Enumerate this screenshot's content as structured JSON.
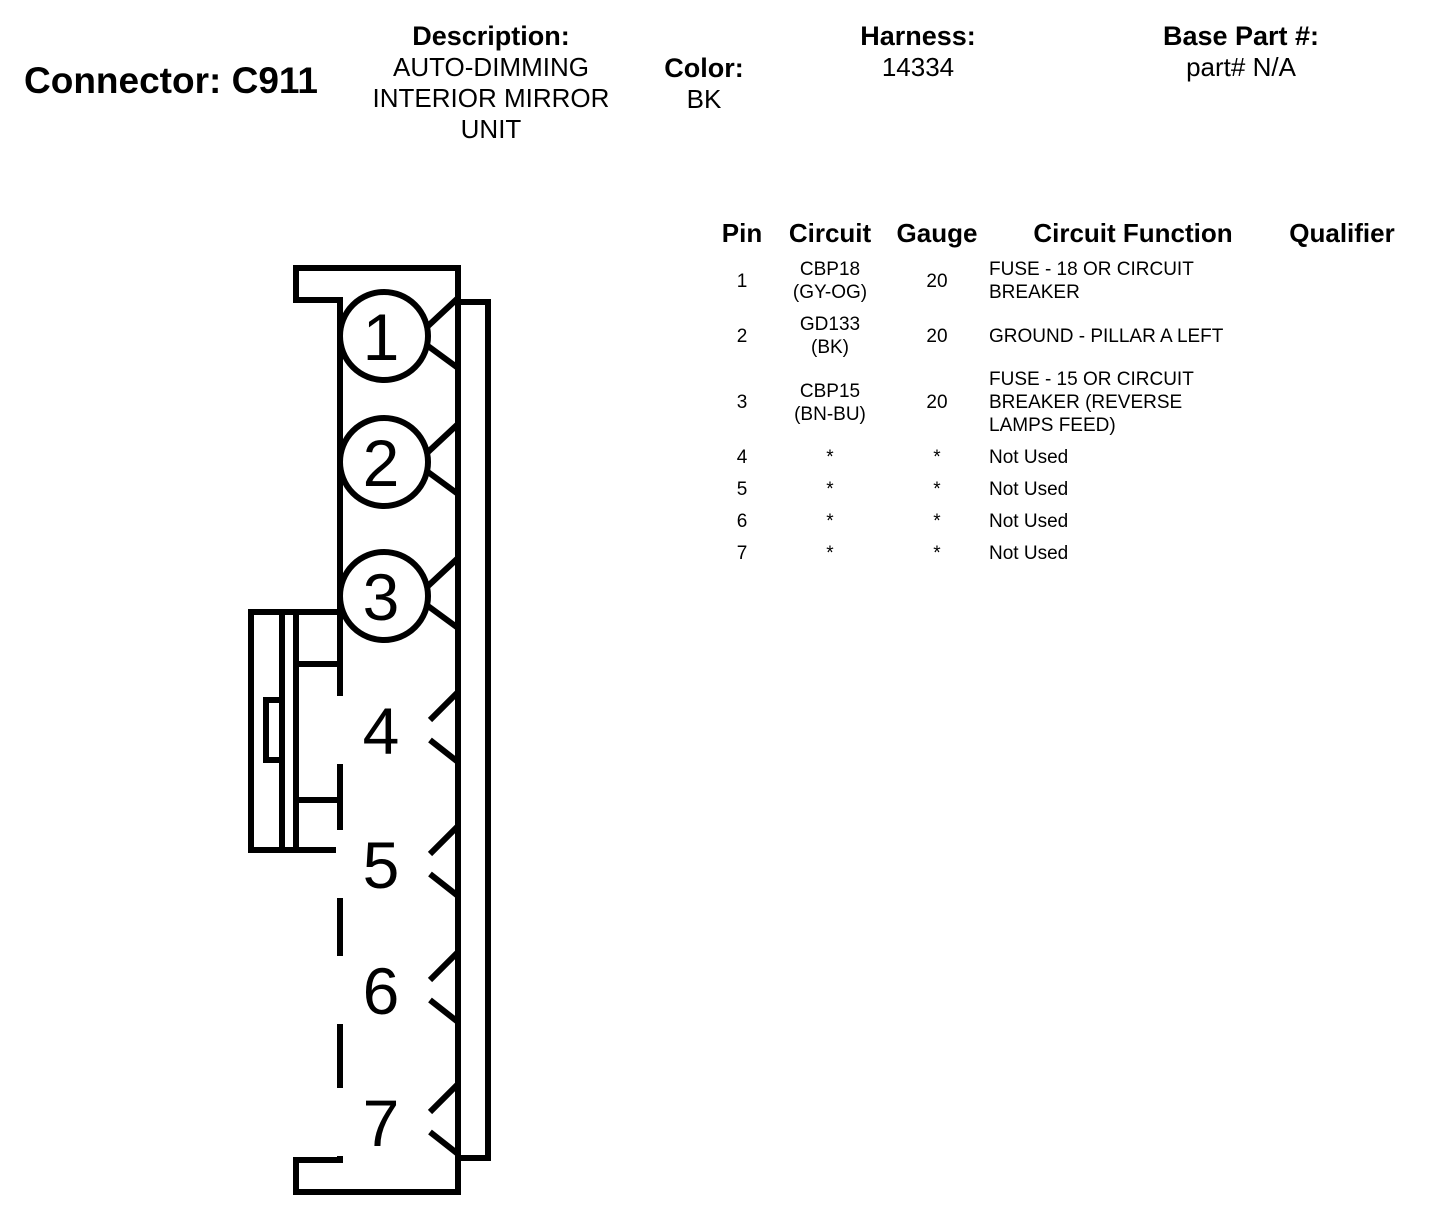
{
  "connector": {
    "label": "Connector: C911"
  },
  "description": {
    "label": "Description:",
    "lines": [
      "AUTO-DIMMING",
      "INTERIOR MIRROR",
      "UNIT"
    ]
  },
  "color": {
    "label": "Color:",
    "value": "BK"
  },
  "harness": {
    "label": "Harness:",
    "value": "14334"
  },
  "base_part": {
    "label": "Base Part #:",
    "value": "part# N/A"
  },
  "table": {
    "headers": {
      "pin": "Pin",
      "circuit": "Circuit",
      "gauge": "Gauge",
      "function": "Circuit Function",
      "qualifier": "Qualifier"
    },
    "rows": [
      {
        "pin": "1",
        "circuit": [
          "CBP18",
          "(GY-OG)"
        ],
        "gauge": "20",
        "function": [
          "FUSE - 18 OR CIRCUIT",
          "BREAKER"
        ]
      },
      {
        "pin": "2",
        "circuit": [
          "GD133",
          "(BK)"
        ],
        "gauge": "20",
        "function": [
          "GROUND - PILLAR A LEFT"
        ]
      },
      {
        "pin": "3",
        "circuit": [
          "CBP15",
          "(BN-BU)"
        ],
        "gauge": "20",
        "function": [
          "FUSE - 15 OR CIRCUIT",
          "BREAKER (REVERSE",
          "LAMPS FEED)"
        ]
      },
      {
        "pin": "4",
        "circuit": [
          "*"
        ],
        "gauge": "*",
        "function": [
          "Not Used"
        ]
      },
      {
        "pin": "5",
        "circuit": [
          "*"
        ],
        "gauge": "*",
        "function": [
          "Not Used"
        ]
      },
      {
        "pin": "6",
        "circuit": [
          "*"
        ],
        "gauge": "*",
        "function": [
          "Not Used"
        ]
      },
      {
        "pin": "7",
        "circuit": [
          "*"
        ],
        "gauge": "*",
        "function": [
          "Not Used"
        ]
      }
    ]
  },
  "diagram": {
    "pins": [
      {
        "number": "1",
        "used": true
      },
      {
        "number": "2",
        "used": true
      },
      {
        "number": "3",
        "used": true
      },
      {
        "number": "4",
        "used": false
      },
      {
        "number": "5",
        "used": false
      },
      {
        "number": "6",
        "used": false
      },
      {
        "number": "7",
        "used": false
      }
    ]
  }
}
